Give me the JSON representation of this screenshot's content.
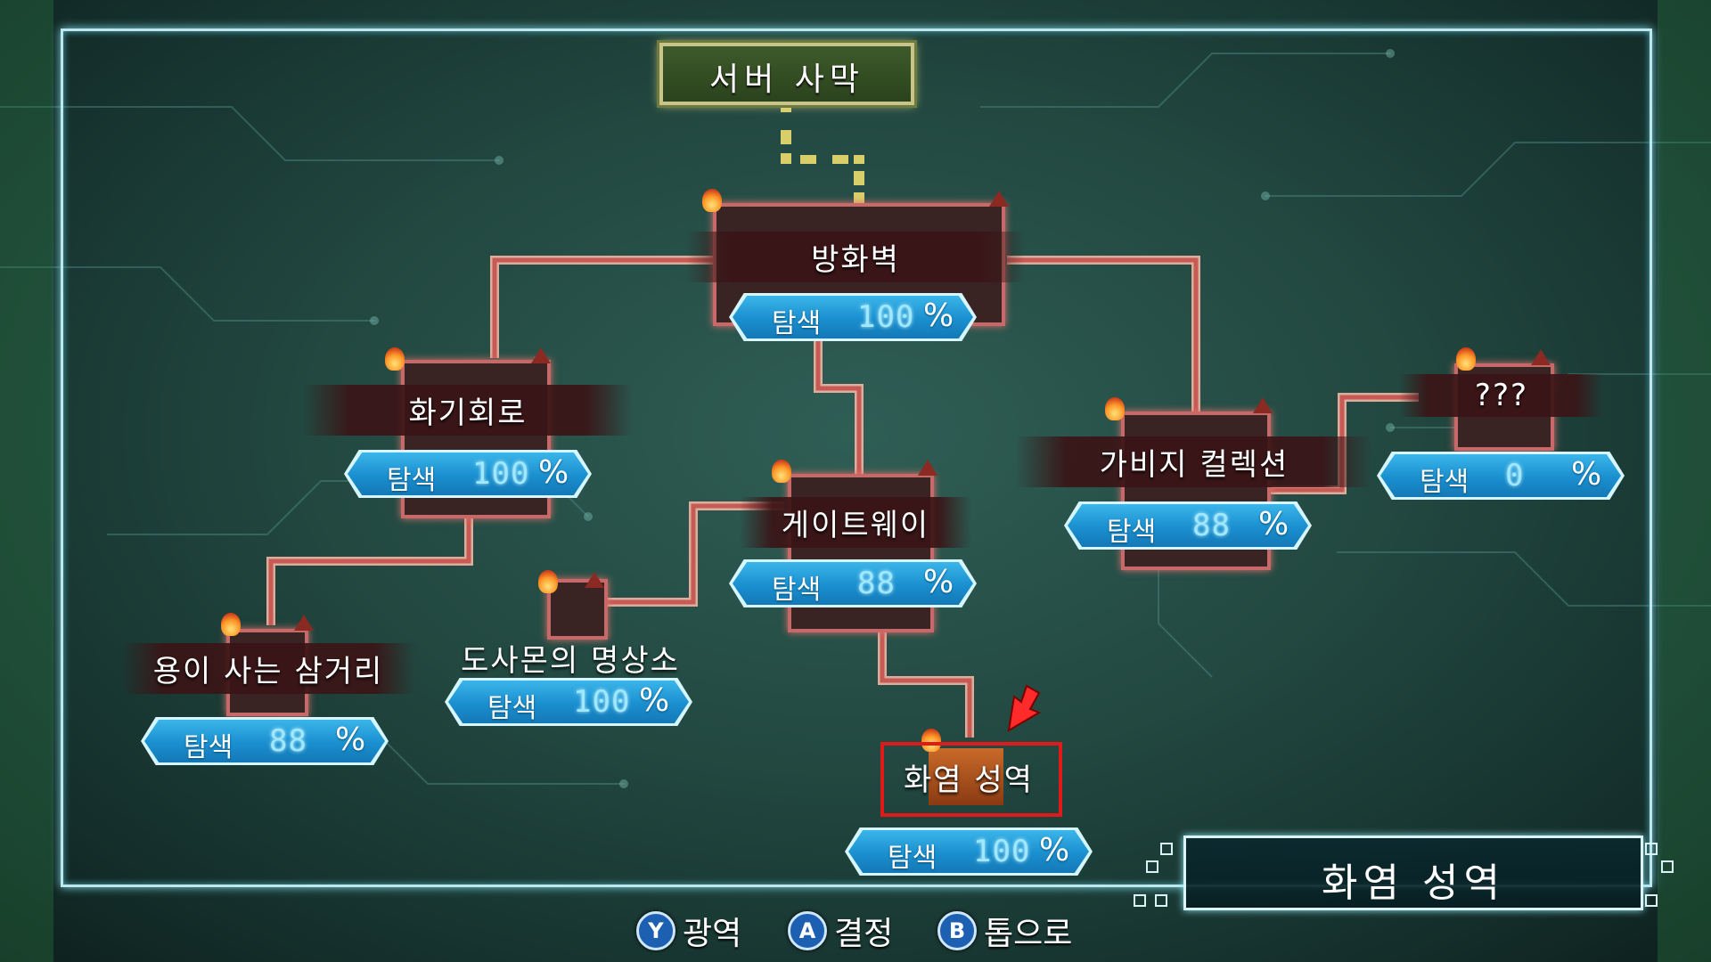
{
  "server_desert": {
    "name": "서버 사막"
  },
  "areas": [
    {
      "id": "firewall",
      "name": "방화벽",
      "explore_label": "탐색",
      "explore_value": "100",
      "percent_sign": "%"
    },
    {
      "id": "fire_circuit",
      "name": "화기회로",
      "explore_label": "탐색",
      "explore_value": "100",
      "percent_sign": "%"
    },
    {
      "id": "gateway",
      "name": "게이트웨이",
      "explore_label": "탐색",
      "explore_value": "88",
      "percent_sign": "%"
    },
    {
      "id": "garbage",
      "name": "가비지 컬렉션",
      "explore_label": "탐색",
      "explore_value": "88",
      "percent_sign": "%"
    },
    {
      "id": "unknown",
      "name": "???",
      "explore_label": "탐색",
      "explore_value": "0",
      "percent_sign": "%"
    },
    {
      "id": "dragon_junction",
      "name": "용이 사는 삼거리",
      "explore_label": "탐색",
      "explore_value": "88",
      "percent_sign": "%"
    },
    {
      "id": "meditation",
      "name": "도사몬의 명상소",
      "explore_label": "탐색",
      "explore_value": "100",
      "percent_sign": "%"
    },
    {
      "id": "flame_sanctuary",
      "name": "화염 성역",
      "explore_label": "탐색",
      "explore_value": "100",
      "percent_sign": "%"
    }
  ],
  "selected_area": {
    "name": "화염 성역"
  },
  "controls": [
    {
      "button": "Y",
      "label": "광역"
    },
    {
      "button": "A",
      "label": "결정"
    },
    {
      "button": "B",
      "label": "톱으로"
    }
  ],
  "colors": {
    "accent_cyan": "#3bb5ea",
    "link_red": "#e0706c",
    "selection_red": "#e01a1a"
  }
}
